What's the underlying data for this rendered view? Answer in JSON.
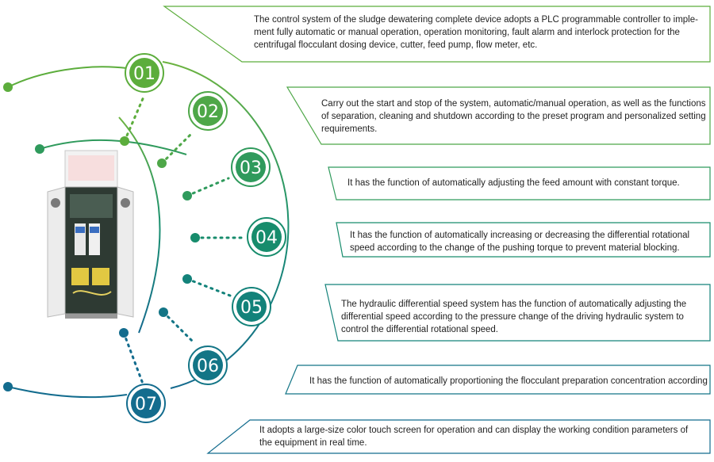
{
  "steps": [
    {
      "number": "01",
      "text": "The control system of the sludge dewatering complete device adopts a PLC programmable controller to imple-ment fully automatic or manual operation, operation monitoring, fault alarm and interlock protection for the centrifugal flocculant dosing device, cutter, feed pump, flow meter, etc.",
      "color": "#5cad3c"
    },
    {
      "number": "02",
      "text": "Carry out the start and stop of the system, automatic/manual operation, as well as the functions of separation, cleaning and shutdown according to the preset program and personalized setting requirements.",
      "color": "#4ea748"
    },
    {
      "number": "03",
      "text": "It has the function of automatically adjusting the feed amount with constant torque.",
      "color": "#2f9a5c"
    },
    {
      "number": "04",
      "text": "It has the function of automatically increasing or decreasing the differential rotational speed according to the change of the pushing torque to prevent material blocking.",
      "color": "#178c6c"
    },
    {
      "number": "05",
      "text": "The hydraulic differential speed system has the function of automatically adjusting the differential speed according to the pressure change of the driving hydraulic system to control the differential rotational speed.",
      "color": "#13827a"
    },
    {
      "number": "06",
      "text": "It has the function of automatically proportioning the flocculant preparation concentration according",
      "color": "#137586"
    },
    {
      "number": "07",
      "text": "It adopts a large-size color touch screen for operation and can display the working condition parameters of the equipment in real time.",
      "color": "#136c8e"
    }
  ]
}
